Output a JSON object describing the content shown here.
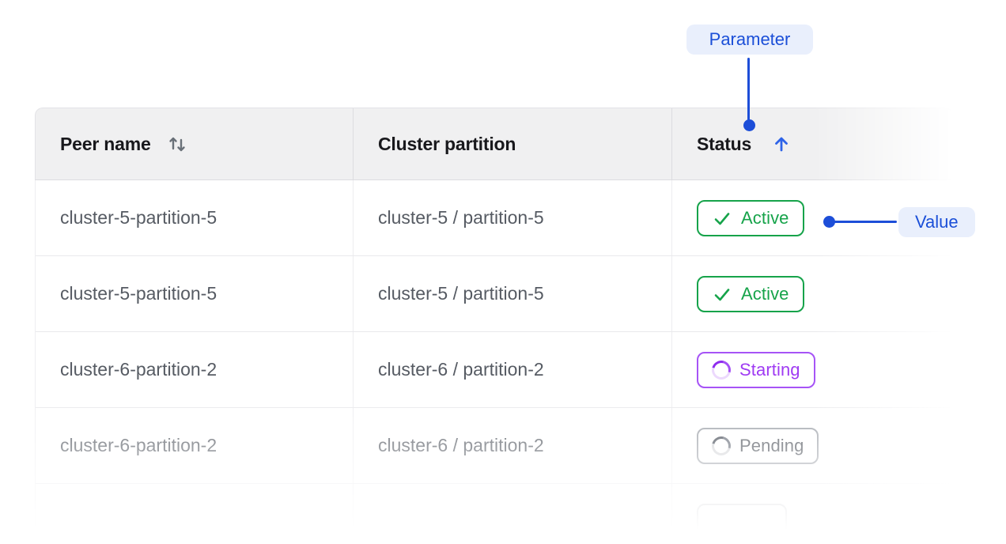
{
  "annotations": {
    "parameter_label": "Parameter",
    "value_label": "Value"
  },
  "table": {
    "columns": [
      {
        "label": "Peer name",
        "sort": "sortable"
      },
      {
        "label": "Cluster partition",
        "sort": null
      },
      {
        "label": "Status",
        "sort": "asc"
      }
    ],
    "rows": [
      {
        "peer_name": "cluster-5-partition-5",
        "cluster_partition": "cluster-5 / partition-5",
        "status": {
          "label": "Active",
          "kind": "active"
        }
      },
      {
        "peer_name": "cluster-5-partition-5",
        "cluster_partition": "cluster-5 / partition-5",
        "status": {
          "label": "Active",
          "kind": "active"
        }
      },
      {
        "peer_name": "cluster-6-partition-2",
        "cluster_partition": "cluster-6 / partition-2",
        "status": {
          "label": "Starting",
          "kind": "starting"
        }
      },
      {
        "peer_name": "cluster-6-partition-2",
        "cluster_partition": "cluster-6 / partition-2",
        "status": {
          "label": "Pending",
          "kind": "pending"
        }
      },
      {
        "peer_name": "",
        "cluster_partition": "",
        "status": {
          "label": "",
          "kind": "ghost"
        }
      }
    ]
  },
  "colors": {
    "accent_blue": "#1d4ed8",
    "active_green": "#16a34a",
    "starting_purple": "#a653f6",
    "pending_gray": "#4e535b",
    "header_bg": "#f0f0f1",
    "callout_bg": "#e9effc"
  }
}
